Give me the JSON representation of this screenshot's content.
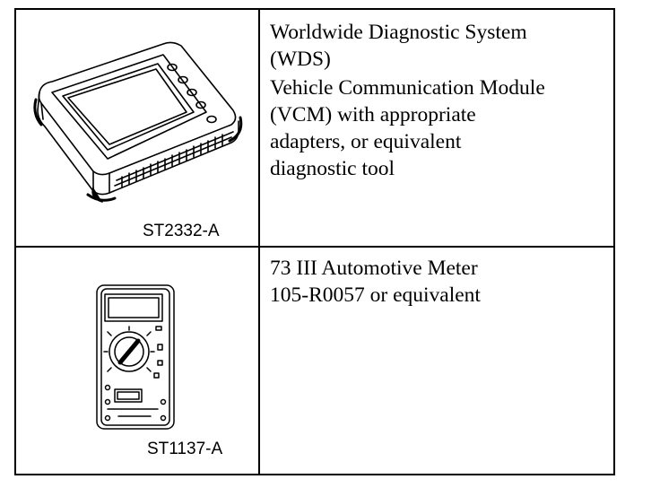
{
  "tools": [
    {
      "illustration_code": "ST2332-A",
      "illustration": "diagnostic-tablet-icon",
      "description_paragraphs": [
        "Worldwide Diagnostic System\n(WDS)",
        "Vehicle Communication Module\n(VCM) with appropriate\nadapters, or equivalent\ndiagnostic tool"
      ]
    },
    {
      "illustration_code": "ST1137-A",
      "illustration": "multimeter-icon",
      "description_paragraphs": [
        "73 III Automotive Meter\n105-R0057 or equivalent"
      ]
    }
  ]
}
